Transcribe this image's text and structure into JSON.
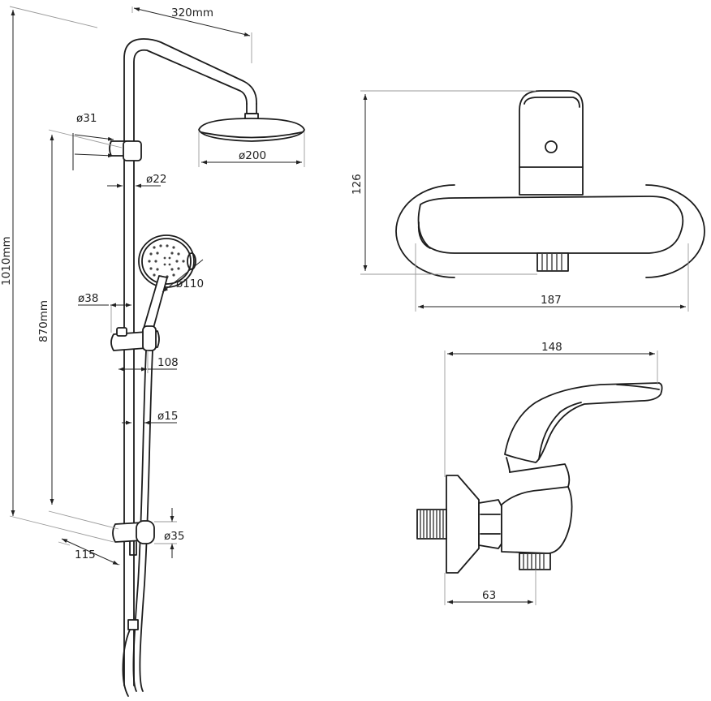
{
  "dimensions": {
    "arm_length": "320mm",
    "total_height": "1010mm",
    "rail_height": "870mm",
    "holder_diameter": "ø31",
    "pipe_diameter": "ø22",
    "head_diameter": "ø200",
    "hand_shower_diameter": "ø110",
    "slider_diameter": "ø38",
    "slider_offset": "108",
    "hose_diameter": "ø15",
    "bottom_diameter": "ø35",
    "bottom_depth": "115",
    "mixer_height": "126",
    "mixer_width": "187",
    "mixer_depth": "148",
    "mixer_wall_depth": "63"
  }
}
